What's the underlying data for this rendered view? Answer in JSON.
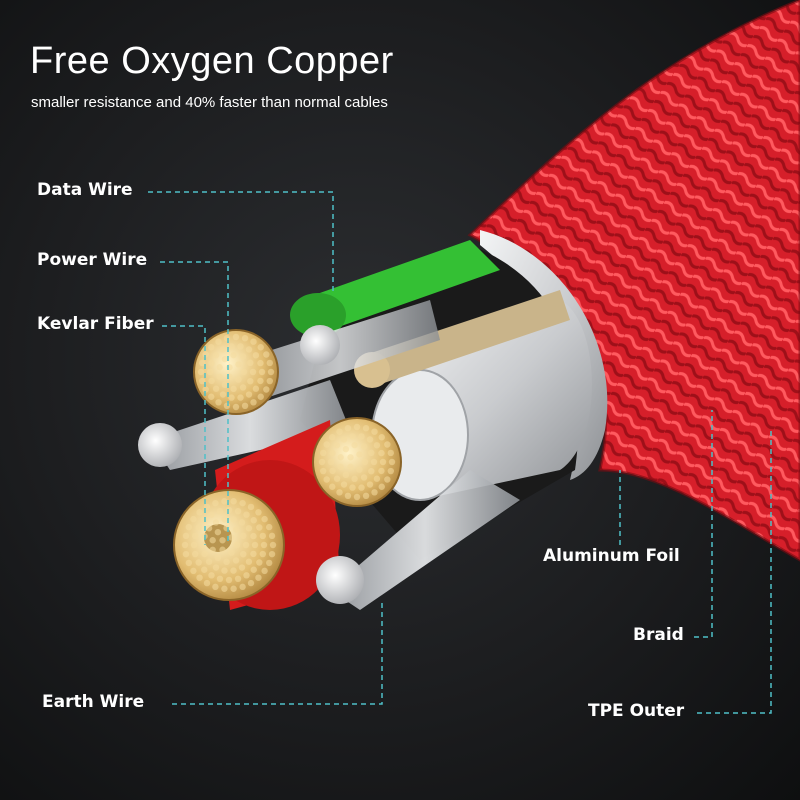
{
  "header": {
    "title": "Free Oxygen Copper",
    "subtitle": "smaller resistance and 40% faster than normal cables"
  },
  "labels": {
    "data_wire": "Data Wire",
    "power_wire": "Power Wire",
    "kevlar_fiber": "Kevlar Fiber",
    "earth_wire": "Earth Wire",
    "aluminum_foil": "Aluminum Foil",
    "braid": "Braid",
    "tpe_outer": "TPE Outer"
  },
  "colors": {
    "braid": "#e0242e",
    "leader_line": "#4fc0c8",
    "copper": "#e6c27a",
    "green_sheath": "#3cc83c",
    "red_sheath": "#d81e1e"
  }
}
